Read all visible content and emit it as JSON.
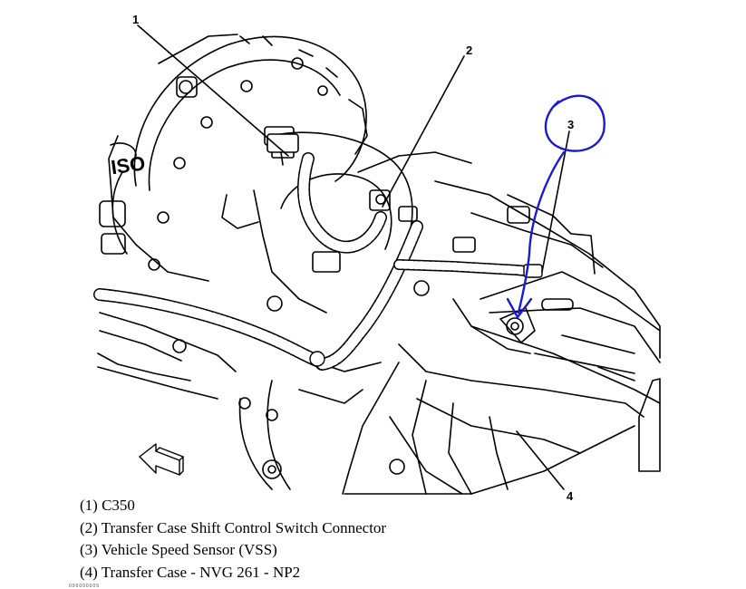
{
  "callouts": [
    "1",
    "2",
    "3",
    "4"
  ],
  "housing_text": "ISO",
  "legend": [
    "(1) C350",
    "(2) Transfer Case Shift Control Switch Connector",
    "(3) Vehicle Speed Sensor (VSS)",
    "(4) Transfer Case - NVG 261 - NP2"
  ],
  "figure_id": "000000005",
  "annotation_color": "#1a1ad6"
}
